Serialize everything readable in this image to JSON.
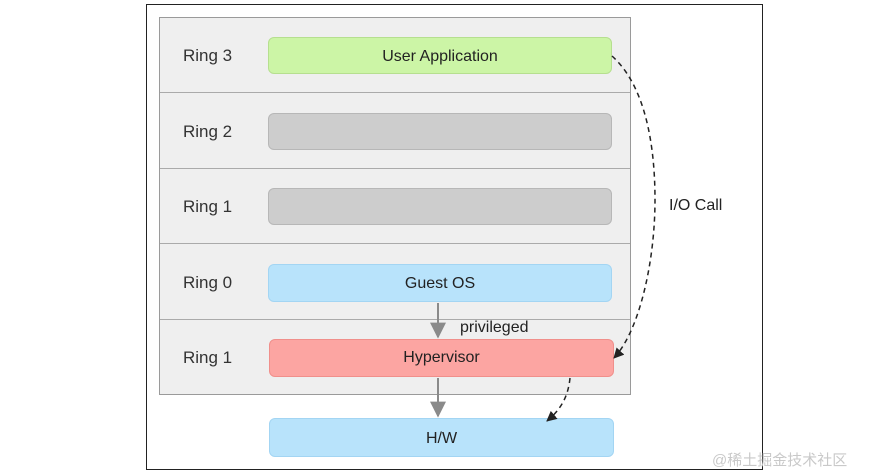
{
  "rings": [
    {
      "label": "Ring 3"
    },
    {
      "label": "Ring 2"
    },
    {
      "label": "Ring 1"
    },
    {
      "label": "Ring 0"
    },
    {
      "label": "Ring 1"
    }
  ],
  "boxes": {
    "user_application": "User Application",
    "guest_os": "Guest OS",
    "hypervisor": "Hypervisor",
    "hardware": "H/W"
  },
  "annotations": {
    "privileged": "privileged",
    "io_call": "I/O Call"
  },
  "watermark": "@稀土掘金技术社区",
  "colors": {
    "user_application": "#ccf5a6",
    "empty_ring": "#cdcdcd",
    "guest_os": "#b8e3fb",
    "hypervisor": "#fca5a2",
    "hardware": "#b8e3fb",
    "panel": "#efefef"
  }
}
